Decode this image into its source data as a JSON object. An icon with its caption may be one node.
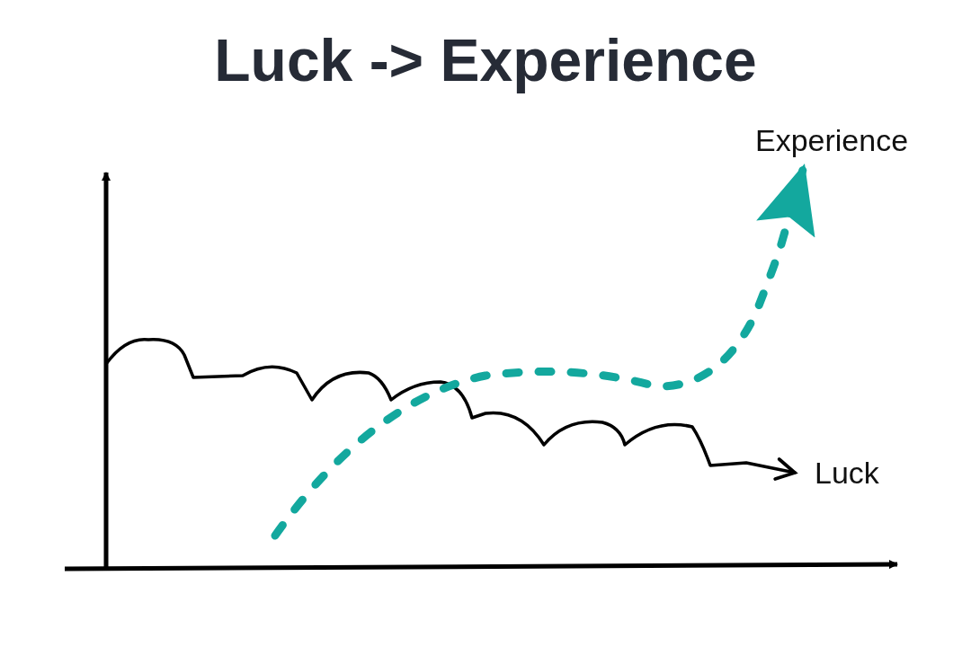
{
  "diagram": {
    "title": "Luck -> Experience",
    "nodes": [
      {
        "text": [
          "Experience"
        ]
      },
      {
        "text": [
          "Luck"
        ]
      }
    ],
    "edges": [
      {
        "from": null,
        "to": 1,
        "arrow": "to"
      },
      {
        "from": null,
        "to": 0,
        "arrow": "to",
        "style": "dashed",
        "color": "#13a89e"
      }
    ]
  }
}
